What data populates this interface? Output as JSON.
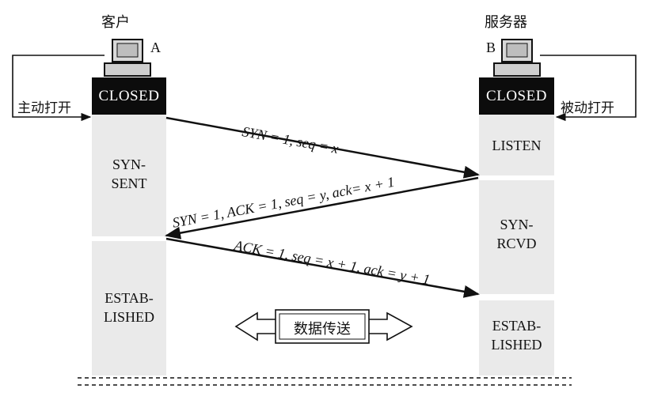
{
  "client": {
    "title": "客户",
    "host_letter": "A",
    "open_label": "主动打开",
    "closed_label": "CLOSED",
    "states": [
      "SYN-\nSENT",
      "ESTAB-\nLISHED"
    ]
  },
  "server": {
    "title": "服务器",
    "host_letter": "B",
    "open_label": "被动打开",
    "closed_label": "CLOSED",
    "states": [
      "LISTEN",
      "SYN-\nRCVD",
      "ESTAB-\nLISHED"
    ]
  },
  "messages": [
    {
      "text": "SYN = 1, seq = x",
      "direction": "client-to-server"
    },
    {
      "text": "SYN = 1, ACK = 1, seq = y, ack= x + 1",
      "direction": "server-to-client"
    },
    {
      "text": "ACK = 1, seq = x + 1, ack = y + 1",
      "direction": "client-to-server"
    }
  ],
  "data_transfer": {
    "label": "数据传送"
  }
}
